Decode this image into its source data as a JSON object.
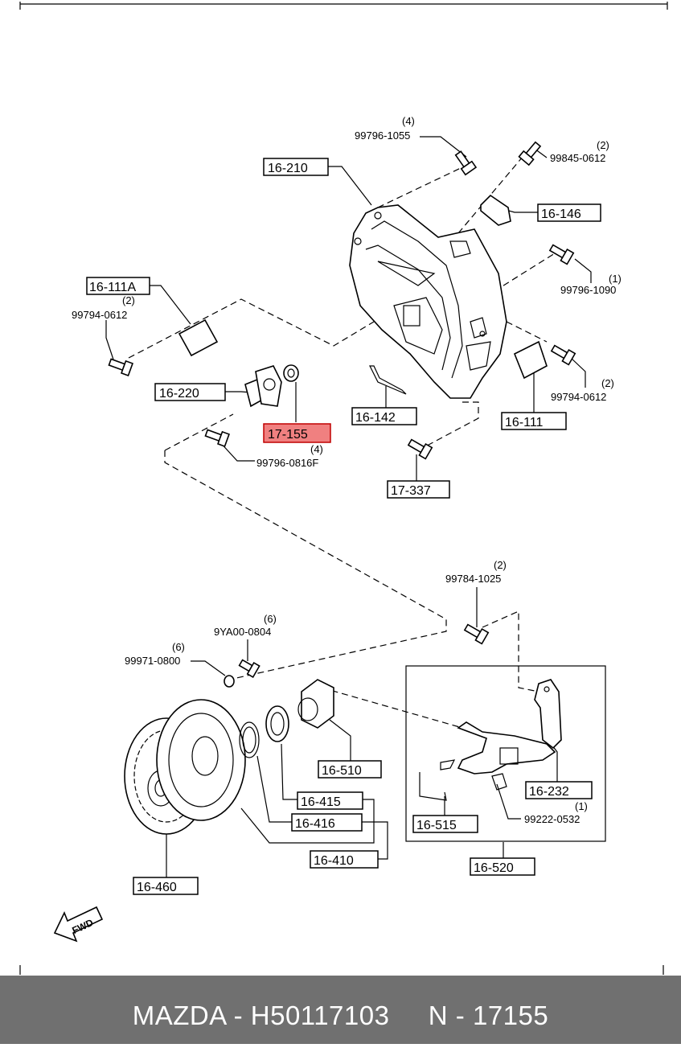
{
  "diagram": {
    "part_labels": {
      "p16_210": "16-210",
      "p16_146": "16-146",
      "p16_111a": "16-111A",
      "p16_220": "16-220",
      "p17_155": "17-155",
      "p16_142": "16-142",
      "p16_111": "16-111",
      "p17_337": "17-337",
      "p16_510": "16-510",
      "p16_415": "16-415",
      "p16_416": "16-416",
      "p16_410": "16-410",
      "p16_460": "16-460",
      "p16_232": "16-232",
      "p16_515": "16-515",
      "p16_520": "16-520"
    },
    "fasteners": {
      "f99796_1055": {
        "qty": "(4)",
        "code": "99796-1055"
      },
      "f99845_0612": {
        "qty": "(2)",
        "code": "99845-0612"
      },
      "f99796_1090": {
        "qty": "(1)",
        "code": "99796-1090"
      },
      "f99794_0612_left": {
        "qty": "(2)",
        "code": "99794-0612"
      },
      "f99794_0612_right": {
        "qty": "(2)",
        "code": "99794-0612"
      },
      "f99796_0816f": {
        "qty": "(4)",
        "code": "99796-0816F"
      },
      "f99784_1025": {
        "qty": "(2)",
        "code": "99784-1025"
      },
      "f9ya00_0804": {
        "qty": "(6)",
        "code": "9YA00-0804"
      },
      "f99971_0800": {
        "qty": "(6)",
        "code": "99971-0800"
      },
      "f99222_0532": {
        "qty": "(1)",
        "code": "99222-0532"
      }
    },
    "fwd_label": "FWD",
    "highlight_color": "#f08080"
  },
  "footer": {
    "text": "MAZDA - H50117103     N - 17155",
    "background": "#707070"
  }
}
